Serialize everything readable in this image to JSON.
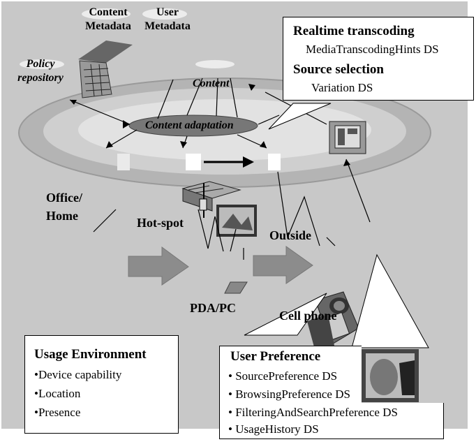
{
  "labels": {
    "content_metadata": "Content\nMetadata",
    "user_metadata": "User\nMetadata",
    "policy_repository": "Policy\nrepository",
    "content": "Content",
    "content_adaptation": "Content adaptation",
    "office_home": "Office/\nHome",
    "hot_spot": "Hot-spot",
    "outside": "Outside",
    "pda_pc": "PDA/PC",
    "cell_phone": "Cell phone"
  },
  "top_callout": {
    "title1": "Realtime transcoding",
    "item1": "MediaTranscodingHints  DS",
    "title2": "Source selection",
    "item2": "Variation DS"
  },
  "usage_environment": {
    "title": "Usage Environment",
    "items": [
      "•Device capability",
      "•Location",
      "•Presence"
    ]
  },
  "user_preference": {
    "title": "User Preference",
    "items": [
      "• SourcePreference  DS",
      "• BrowsingPreference  DS",
      "• FilteringAndSearchPreference  DS",
      "• UsageHistory DS"
    ]
  },
  "colors": {
    "panel_gray": "#c8c8c8",
    "ellipse_outer": "#b4b4b4",
    "ellipse_inner": "#dcdcdc",
    "arrow_fill": "#8c8c8c"
  }
}
